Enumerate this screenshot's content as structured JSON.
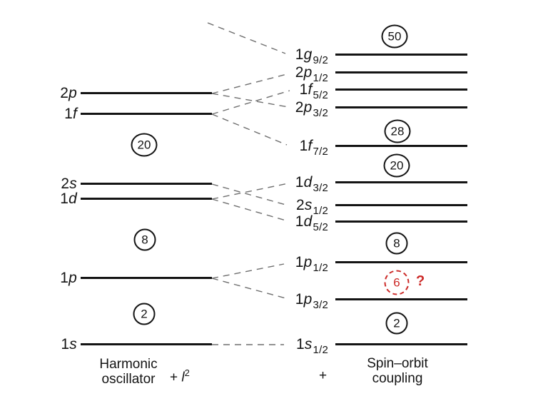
{
  "colors": {
    "line_black": "#141414",
    "connector_gray": "#6f6f6f",
    "accent_red": "#cc2a28"
  },
  "left": {
    "levels": [
      {
        "n": "2",
        "l": "p"
      },
      {
        "n": "1",
        "l": "f"
      },
      {
        "n": "2",
        "l": "s"
      },
      {
        "n": "1",
        "l": "d"
      },
      {
        "n": "1",
        "l": "p"
      },
      {
        "n": "1",
        "l": "s"
      }
    ],
    "magic": [
      "20",
      "8",
      "2"
    ]
  },
  "right": {
    "levels": [
      {
        "n": "1",
        "l": "g",
        "j": "9/2"
      },
      {
        "n": "2",
        "l": "p",
        "j": "1/2"
      },
      {
        "n": "1",
        "l": "f",
        "j": "5/2"
      },
      {
        "n": "2",
        "l": "p",
        "j": "3/2"
      },
      {
        "n": "1",
        "l": "f",
        "j": "7/2"
      },
      {
        "n": "1",
        "l": "d",
        "j": "3/2"
      },
      {
        "n": "2",
        "l": "s",
        "j": "1/2"
      },
      {
        "n": "1",
        "l": "d",
        "j": "5/2"
      },
      {
        "n": "1",
        "l": "p",
        "j": "1/2"
      },
      {
        "n": "1",
        "l": "p",
        "j": "3/2"
      },
      {
        "n": "1",
        "l": "s",
        "j": "1/2"
      }
    ],
    "magic": [
      "50",
      "28",
      "20",
      "8",
      "2"
    ],
    "uncertain": {
      "value": "6",
      "question": "?"
    }
  },
  "captions": {
    "left_line1": "Harmonic",
    "left_line2": "oscillator",
    "left_plus": "+",
    "l_symbol": "l",
    "l_exponent": "2",
    "right_plus": "+",
    "right_line1": "Spin–orbit",
    "right_line2": "coupling"
  }
}
